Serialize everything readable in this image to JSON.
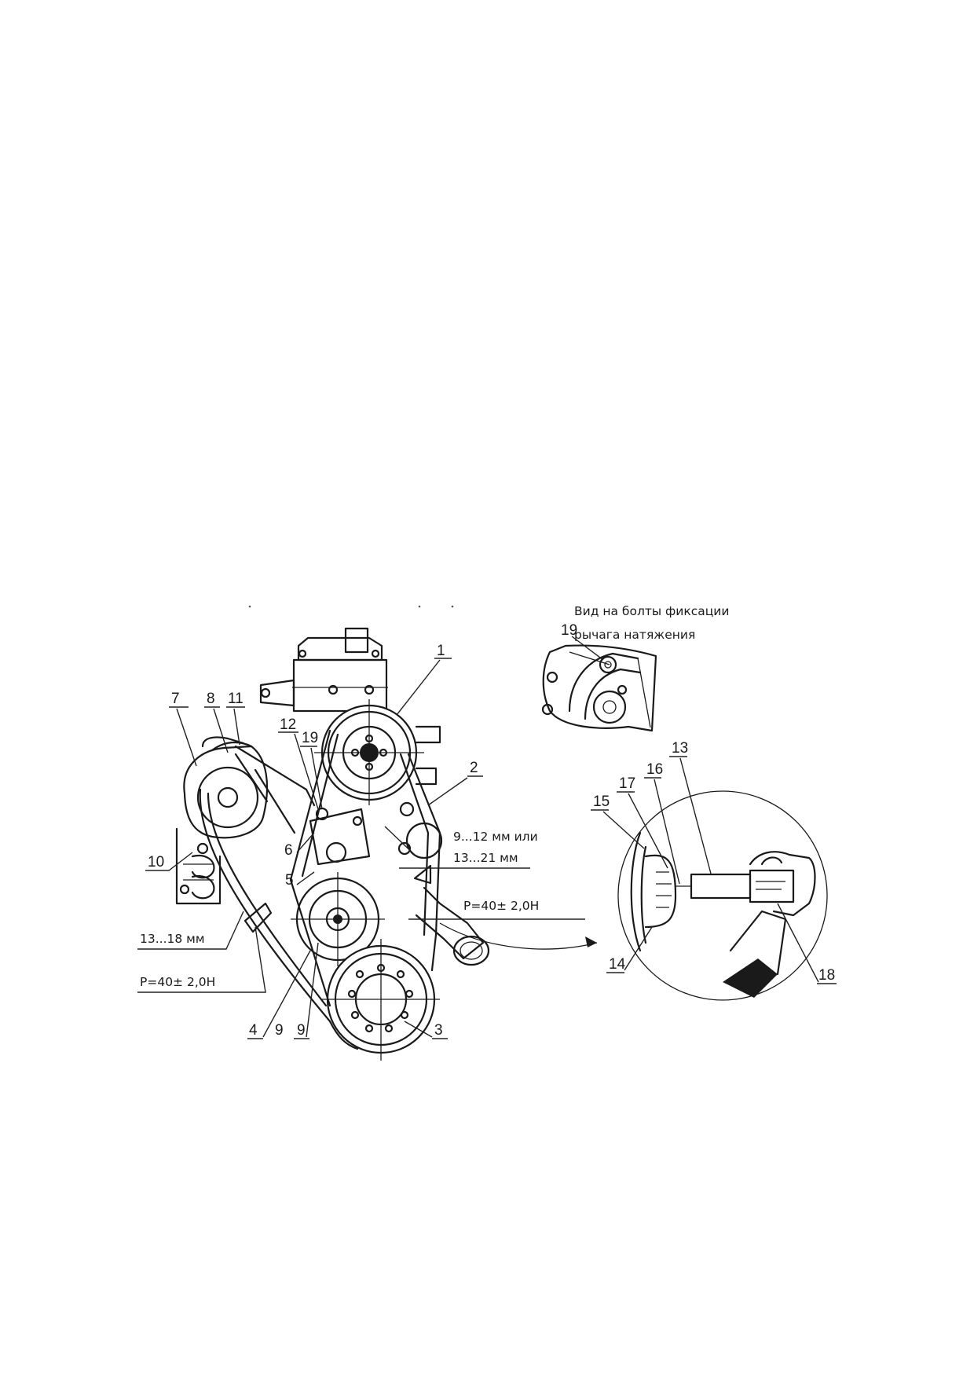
{
  "inset": {
    "caption_line1": "Вид на болты фиксации",
    "caption_line2": "рычага натяжения",
    "label": "19"
  },
  "callouts": {
    "c1": "1",
    "c2": "2",
    "c3": "3",
    "c4": "4",
    "c5": "5",
    "c6": "6",
    "c7": "7",
    "c8": "8",
    "c9a": "9",
    "c9b": "9",
    "c10": "10",
    "c11": "11",
    "c12": "12",
    "c13": "13",
    "c14": "14",
    "c15": "15",
    "c16": "16",
    "c17": "17",
    "c18": "18",
    "c19": "19"
  },
  "notes": {
    "deflection_right_1": "9...12 мм или",
    "deflection_right_2": "13...21 мм",
    "force_right": "P=40± 2,0H",
    "deflection_left": "13...18 мм",
    "force_left": "P=40± 2,0H"
  },
  "icons": [
    "engine-front-view",
    "tension-lever-detail",
    "belt-tension-gauge-in-hand"
  ]
}
